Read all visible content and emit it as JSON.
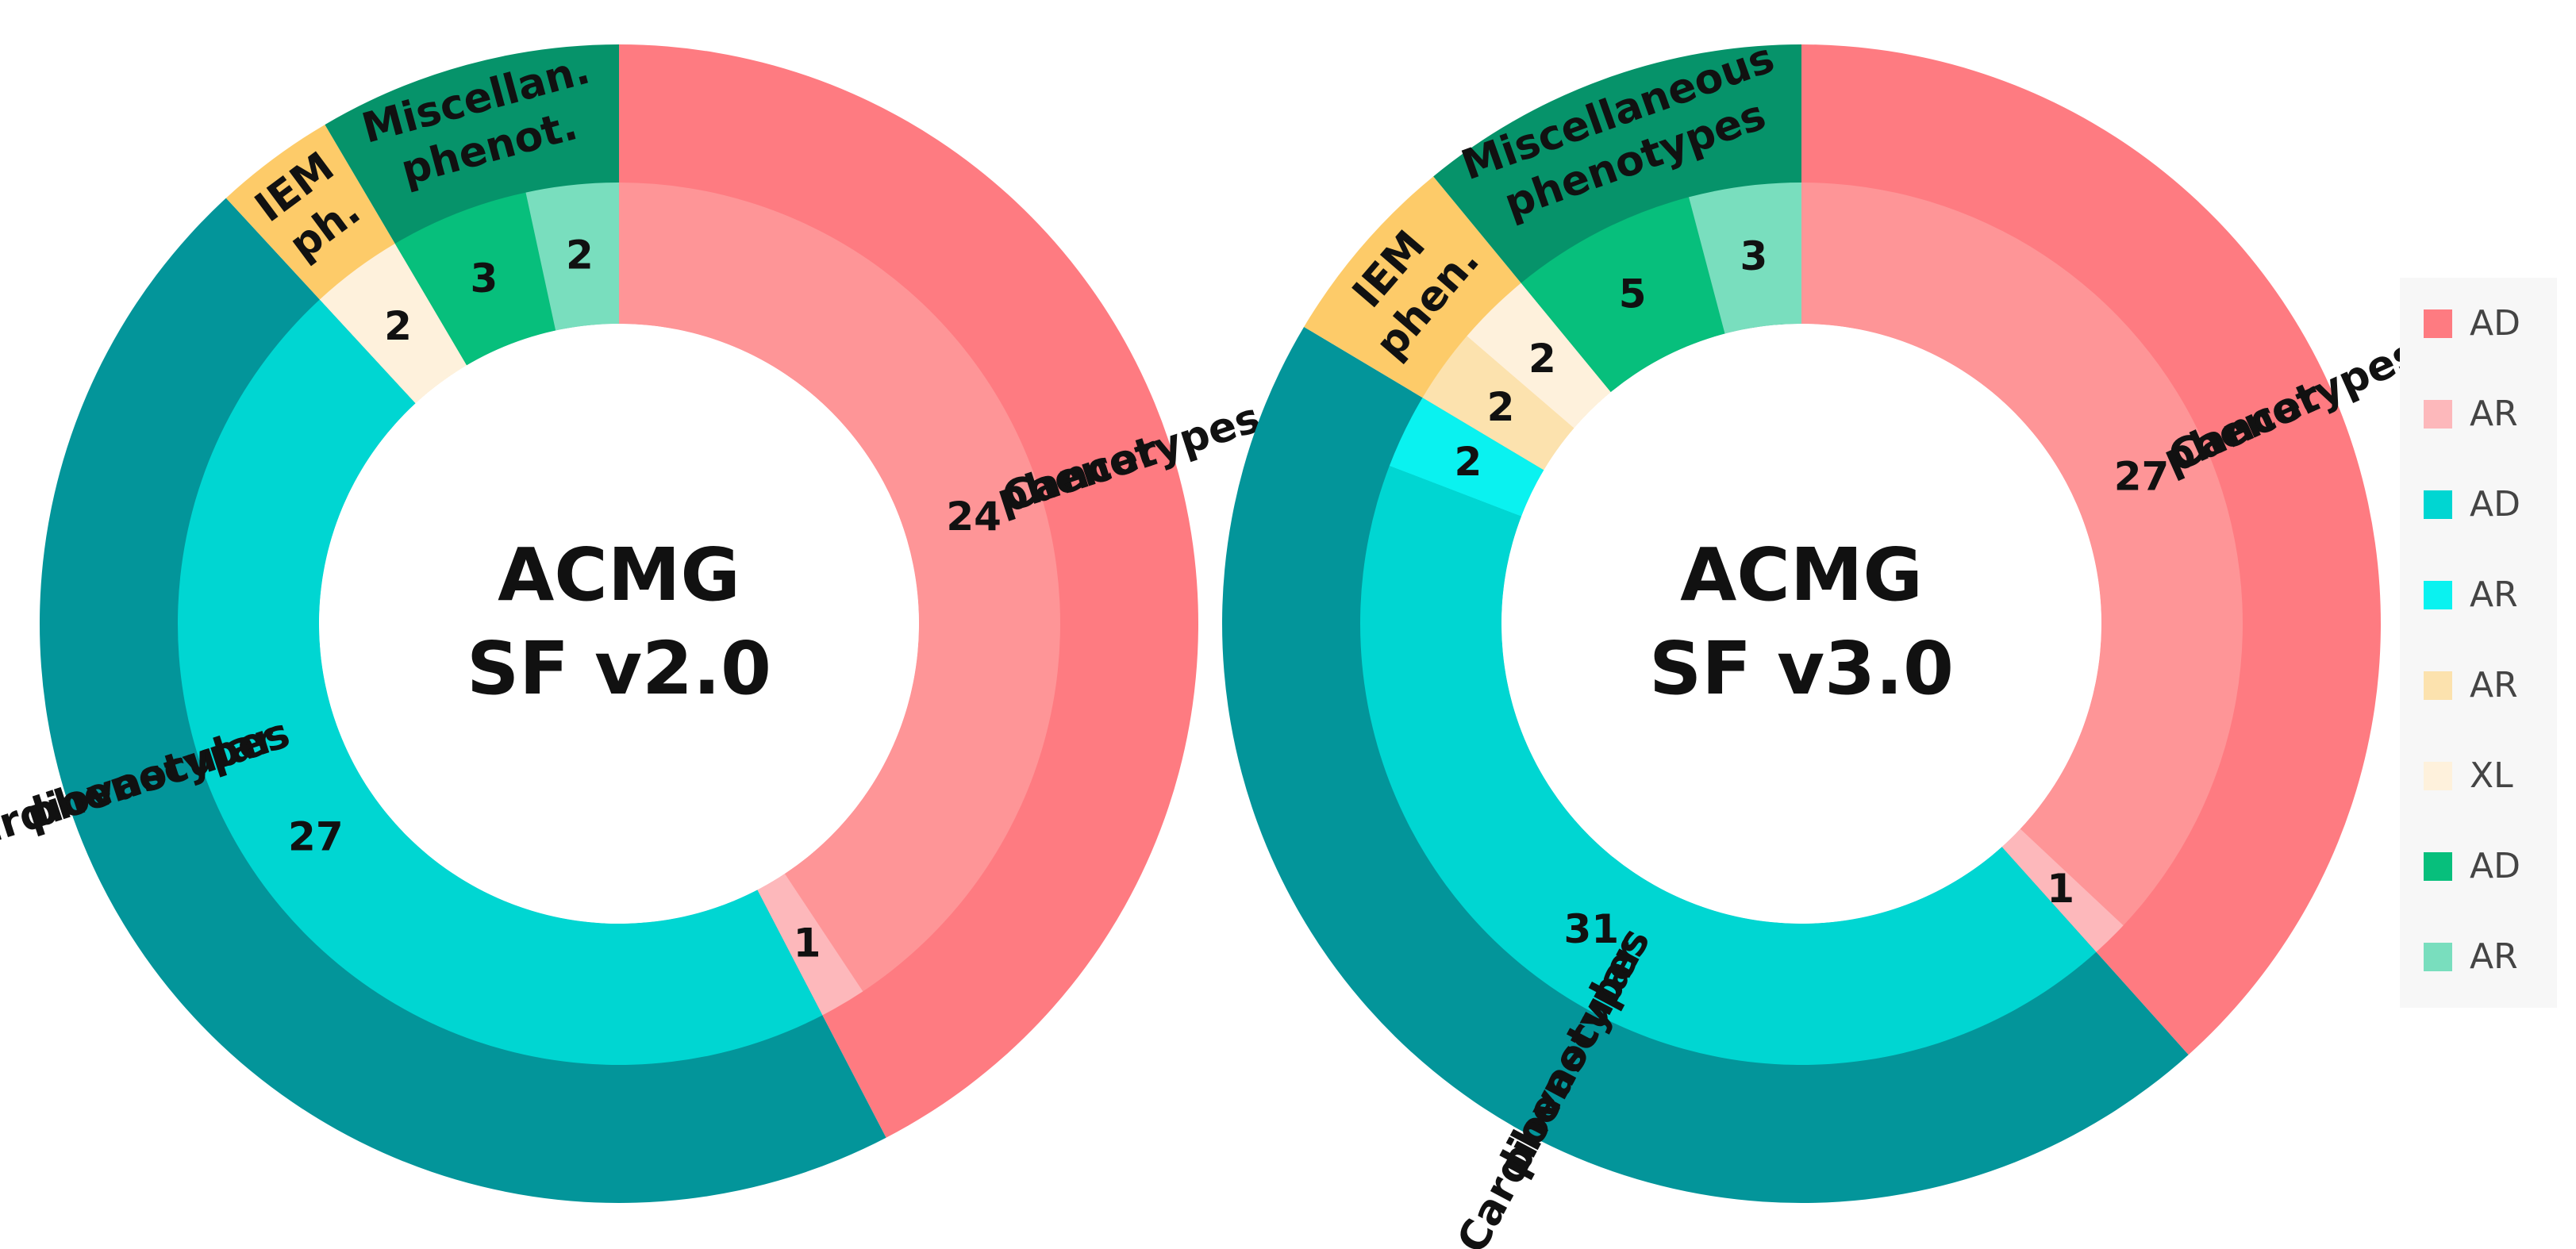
{
  "chart_data": [
    {
      "type": "donut",
      "title": [
        "ACMG",
        "SF v2.0"
      ],
      "outer_ring": [
        {
          "name": "Cancer phenotypes",
          "label": [
            "Cancer",
            "phenotypes"
          ],
          "value": 25,
          "color": "#FE7B81"
        },
        {
          "name": "Cardiovascular phenotypes",
          "label": [
            "Cardiovascular",
            "phenotypes"
          ],
          "value": 27,
          "color": "#03959A"
        },
        {
          "name": "IEM ph.",
          "label": [
            "IEM",
            "ph."
          ],
          "value": 2,
          "color": "#FDCB69"
        },
        {
          "name": "Miscellan. phenot.",
          "label": [
            "Miscellan.",
            "phenot."
          ],
          "value": 5,
          "color": "#06936A"
        }
      ],
      "inner_ring": [
        {
          "group": "Cancer phenotypes",
          "inheritance": "AD",
          "value": 24,
          "label": "24",
          "color": "#FE9597"
        },
        {
          "group": "Cancer phenotypes",
          "inheritance": "AR",
          "value": 1,
          "label": "1",
          "color": "#FDB8BB"
        },
        {
          "group": "Cardiovascular phenotypes",
          "inheritance": "AD",
          "value": 27,
          "label": "27",
          "color": "#00D6D2"
        },
        {
          "group": "IEM phenotypes",
          "inheritance": "XL",
          "value": 2,
          "label": "2",
          "color": "#FEF1DC"
        },
        {
          "group": "Miscellaneous phenotypes",
          "inheritance": "AD",
          "value": 3,
          "label": "3",
          "color": "#07BF7C"
        },
        {
          "group": "Miscellaneous phenotypes",
          "inheritance": "AR",
          "value": 2,
          "label": "2",
          "color": "#79DEBE"
        }
      ]
    },
    {
      "type": "donut",
      "title": [
        "ACMG",
        "SF v3.0"
      ],
      "outer_ring": [
        {
          "name": "Cancer phenotypes",
          "label": [
            "Cancer",
            "phenotypes"
          ],
          "value": 28,
          "color": "#FE7B81"
        },
        {
          "name": "Cardiovascular phenotypes",
          "label": [
            "Cardiovascular",
            "phenotypes"
          ],
          "value": 33,
          "color": "#03959A"
        },
        {
          "name": "IEM phen.",
          "label": [
            "IEM",
            "phen."
          ],
          "value": 4,
          "color": "#FDCB69"
        },
        {
          "name": "Miscellaneous phenotypes",
          "label": [
            "Miscellaneous",
            "phenotypes"
          ],
          "value": 8,
          "color": "#06936A"
        }
      ],
      "inner_ring": [
        {
          "group": "Cancer phenotypes",
          "inheritance": "AD",
          "value": 27,
          "label": "27",
          "color": "#FE9597"
        },
        {
          "group": "Cancer phenotypes",
          "inheritance": "AR",
          "value": 1,
          "label": "1",
          "color": "#FDB8BB"
        },
        {
          "group": "Cardiovascular phenotypes",
          "inheritance": "AD",
          "value": 31,
          "label": "31",
          "color": "#00D6D2"
        },
        {
          "group": "Cardiovascular phenotypes",
          "inheritance": "AR",
          "value": 2,
          "label": "2",
          "color": "#0AF2F0"
        },
        {
          "group": "IEM phenotypes",
          "inheritance": "AR",
          "value": 2,
          "label": "2",
          "color": "#FCE2AE"
        },
        {
          "group": "IEM phenotypes",
          "inheritance": "XL",
          "value": 2,
          "label": "2",
          "color": "#FEF1DC"
        },
        {
          "group": "Miscellaneous phenotypes",
          "inheritance": "AD",
          "value": 5,
          "label": "5",
          "color": "#07BF7C"
        },
        {
          "group": "Miscellaneous phenotypes",
          "inheritance": "AR",
          "value": 3,
          "label": "3",
          "color": "#79DEBE"
        }
      ]
    }
  ],
  "legend": {
    "placement": "right",
    "items": [
      {
        "label": "AD",
        "color": "#FE7B81"
      },
      {
        "label": "AR",
        "color": "#FDB8BB"
      },
      {
        "label": "AD",
        "color": "#00D6D2"
      },
      {
        "label": "AR",
        "color": "#0AF2F0"
      },
      {
        "label": "AR",
        "color": "#FCE2AE"
      },
      {
        "label": "XL",
        "color": "#FEF1DC"
      },
      {
        "label": "AD",
        "color": "#07BF7C"
      },
      {
        "label": "AR",
        "color": "#79DEBE"
      }
    ]
  }
}
